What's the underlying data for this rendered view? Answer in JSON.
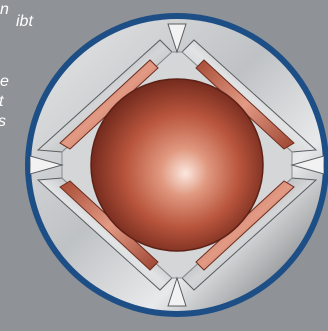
{
  "text_fragments": [
    "n",
    "ibt",
    "e",
    "t",
    "s"
  ],
  "colors": {
    "background": "#8f9397",
    "outer_ring": "#1d4f86",
    "disc_light": "#d9dadb",
    "disc_dark": "#6c6f72",
    "electrode": "#c3c6c9",
    "rod": "#c56e55",
    "sphere_highlight": "#f5d4c6",
    "sphere_mid": "#bf5a42",
    "sphere_dark": "#6e2a1d",
    "notch": "#f2f2f2"
  }
}
